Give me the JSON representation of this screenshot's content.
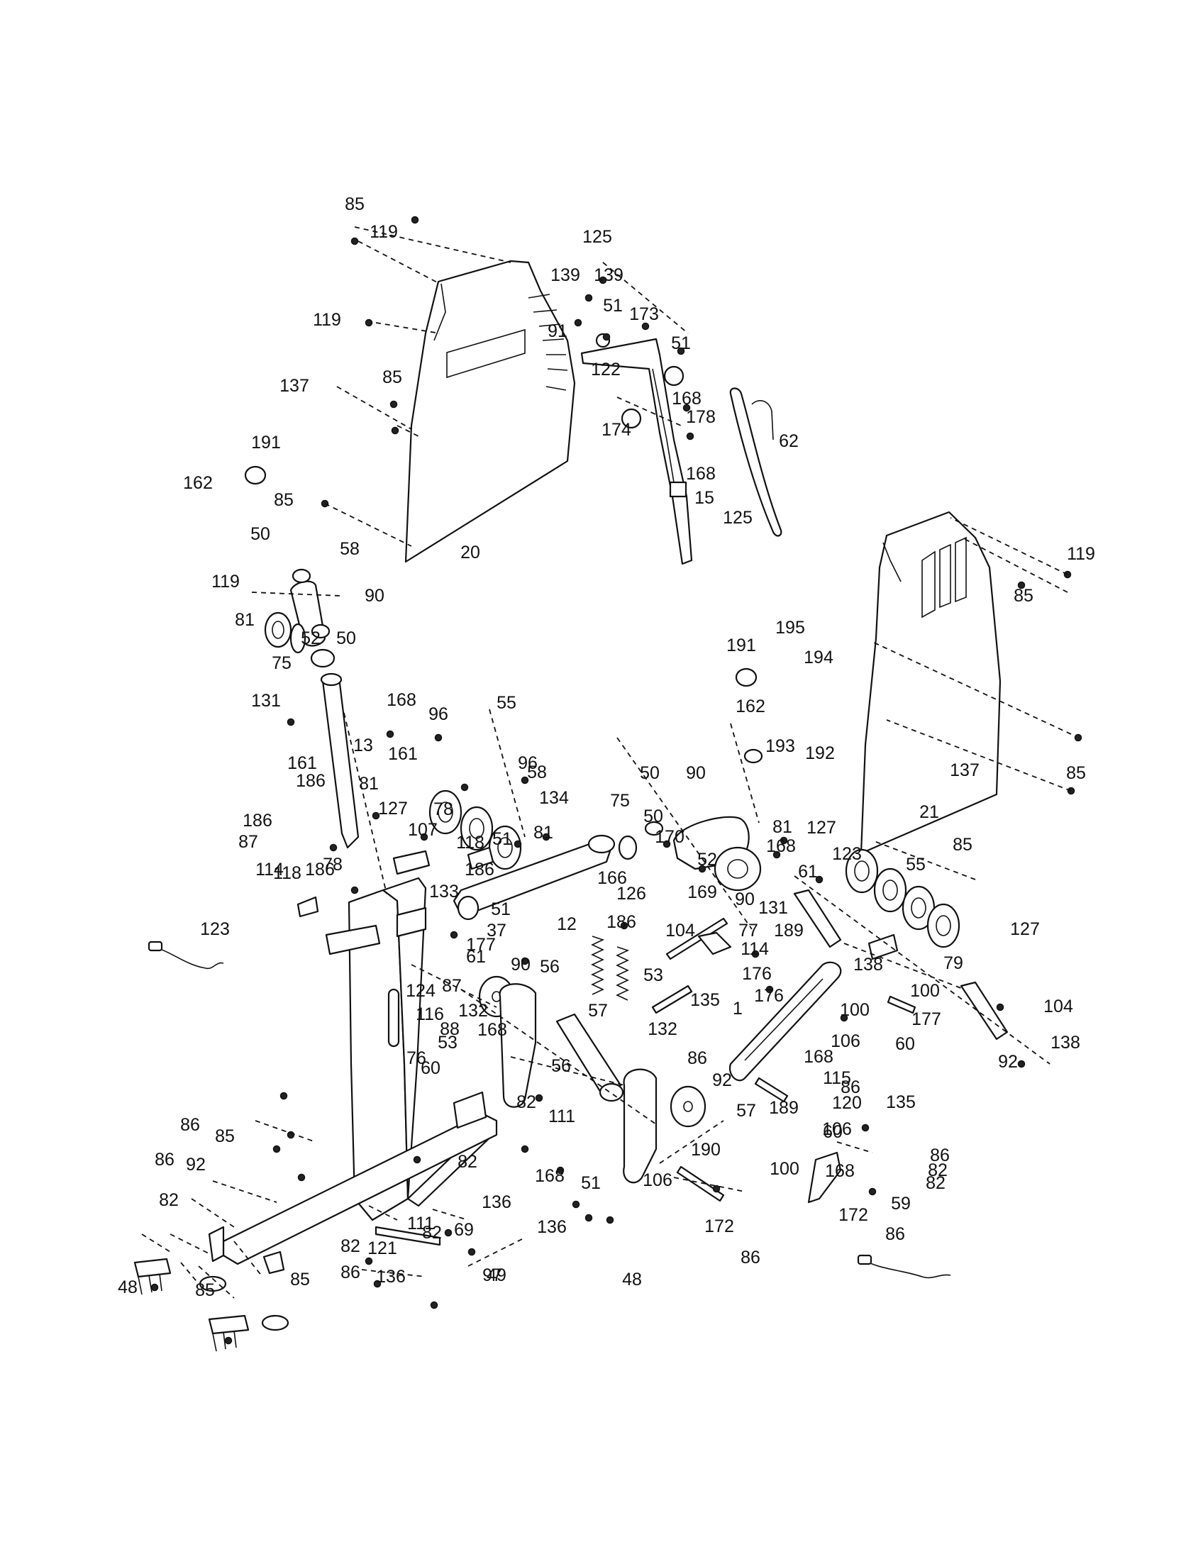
{
  "callouts": [
    {
      "text": "85"
    },
    {
      "text": "119"
    },
    {
      "text": "125"
    },
    {
      "text": "139"
    },
    {
      "text": "139"
    },
    {
      "text": "91"
    },
    {
      "text": "51"
    },
    {
      "text": "173"
    },
    {
      "text": "51"
    },
    {
      "text": "119"
    },
    {
      "text": "85"
    },
    {
      "text": "137"
    },
    {
      "text": "122"
    },
    {
      "text": "168"
    },
    {
      "text": "174"
    },
    {
      "text": "178"
    },
    {
      "text": "62"
    },
    {
      "text": "191"
    },
    {
      "text": "162"
    },
    {
      "text": "168"
    },
    {
      "text": "85"
    },
    {
      "text": "15"
    },
    {
      "text": "125"
    },
    {
      "text": "20"
    },
    {
      "text": "50"
    },
    {
      "text": "58"
    },
    {
      "text": "119"
    },
    {
      "text": "90"
    },
    {
      "text": "81"
    },
    {
      "text": "85"
    },
    {
      "text": "52"
    },
    {
      "text": "50"
    },
    {
      "text": "75"
    },
    {
      "text": "195"
    },
    {
      "text": "191"
    },
    {
      "text": "194"
    },
    {
      "text": "119"
    },
    {
      "text": "131"
    },
    {
      "text": "168"
    },
    {
      "text": "96"
    },
    {
      "text": "55"
    },
    {
      "text": "162"
    },
    {
      "text": "193"
    },
    {
      "text": "192"
    },
    {
      "text": "13"
    },
    {
      "text": "161"
    },
    {
      "text": "96"
    },
    {
      "text": "50"
    },
    {
      "text": "137"
    },
    {
      "text": "85"
    },
    {
      "text": "186"
    },
    {
      "text": "81"
    },
    {
      "text": "161"
    },
    {
      "text": "58"
    },
    {
      "text": "90"
    },
    {
      "text": "186"
    },
    {
      "text": "78"
    },
    {
      "text": "134"
    },
    {
      "text": "21"
    },
    {
      "text": "127"
    },
    {
      "text": "87"
    },
    {
      "text": "118"
    },
    {
      "text": "75"
    },
    {
      "text": "50"
    },
    {
      "text": "81"
    },
    {
      "text": "127"
    },
    {
      "text": "107"
    },
    {
      "text": "51"
    },
    {
      "text": "81"
    },
    {
      "text": "170"
    },
    {
      "text": "114"
    },
    {
      "text": "186"
    },
    {
      "text": "186"
    },
    {
      "text": "168"
    },
    {
      "text": "85"
    },
    {
      "text": "118"
    },
    {
      "text": "78"
    },
    {
      "text": "52"
    },
    {
      "text": "61"
    },
    {
      "text": "123"
    },
    {
      "text": "55"
    },
    {
      "text": "166"
    },
    {
      "text": "133"
    },
    {
      "text": "126"
    },
    {
      "text": "169"
    },
    {
      "text": "90"
    },
    {
      "text": "51"
    },
    {
      "text": "12"
    },
    {
      "text": "131"
    },
    {
      "text": "127"
    },
    {
      "text": "123"
    },
    {
      "text": "37"
    },
    {
      "text": "186"
    },
    {
      "text": "104"
    },
    {
      "text": "77"
    },
    {
      "text": "189"
    },
    {
      "text": "177"
    },
    {
      "text": "114"
    },
    {
      "text": "138"
    },
    {
      "text": "79"
    },
    {
      "text": "61"
    },
    {
      "text": "90"
    },
    {
      "text": "56"
    },
    {
      "text": "53"
    },
    {
      "text": "176"
    },
    {
      "text": "100"
    },
    {
      "text": "124"
    },
    {
      "text": "87"
    },
    {
      "text": "135"
    },
    {
      "text": "176"
    },
    {
      "text": "104"
    },
    {
      "text": "132"
    },
    {
      "text": "57"
    },
    {
      "text": "116"
    },
    {
      "text": "1"
    },
    {
      "text": "100"
    },
    {
      "text": "177"
    },
    {
      "text": "138"
    },
    {
      "text": "88"
    },
    {
      "text": "168"
    },
    {
      "text": "106"
    },
    {
      "text": "60"
    },
    {
      "text": "92"
    },
    {
      "text": "132"
    },
    {
      "text": "53"
    },
    {
      "text": "168"
    },
    {
      "text": "76"
    },
    {
      "text": "86"
    },
    {
      "text": "56"
    },
    {
      "text": "86"
    },
    {
      "text": "115"
    },
    {
      "text": "60"
    },
    {
      "text": "92"
    },
    {
      "text": "189"
    },
    {
      "text": "82"
    },
    {
      "text": "57"
    },
    {
      "text": "111"
    },
    {
      "text": "120"
    },
    {
      "text": "135"
    },
    {
      "text": "106"
    },
    {
      "text": "100"
    },
    {
      "text": "60"
    },
    {
      "text": "86"
    },
    {
      "text": "168"
    },
    {
      "text": "82"
    },
    {
      "text": "86"
    },
    {
      "text": "85"
    },
    {
      "text": "82"
    },
    {
      "text": "92"
    },
    {
      "text": "59"
    },
    {
      "text": "86"
    },
    {
      "text": "190"
    },
    {
      "text": "106"
    },
    {
      "text": "82"
    },
    {
      "text": "136"
    },
    {
      "text": "82"
    },
    {
      "text": "168"
    },
    {
      "text": "51"
    },
    {
      "text": "172"
    },
    {
      "text": "172"
    },
    {
      "text": "136"
    },
    {
      "text": "86"
    },
    {
      "text": "82"
    },
    {
      "text": "111"
    },
    {
      "text": "69"
    },
    {
      "text": "86"
    },
    {
      "text": "82"
    },
    {
      "text": "86"
    },
    {
      "text": "121"
    },
    {
      "text": "136"
    },
    {
      "text": "49"
    },
    {
      "text": "48"
    },
    {
      "text": "85"
    },
    {
      "text": "97"
    },
    {
      "text": "48"
    },
    {
      "text": "85"
    }
  ]
}
